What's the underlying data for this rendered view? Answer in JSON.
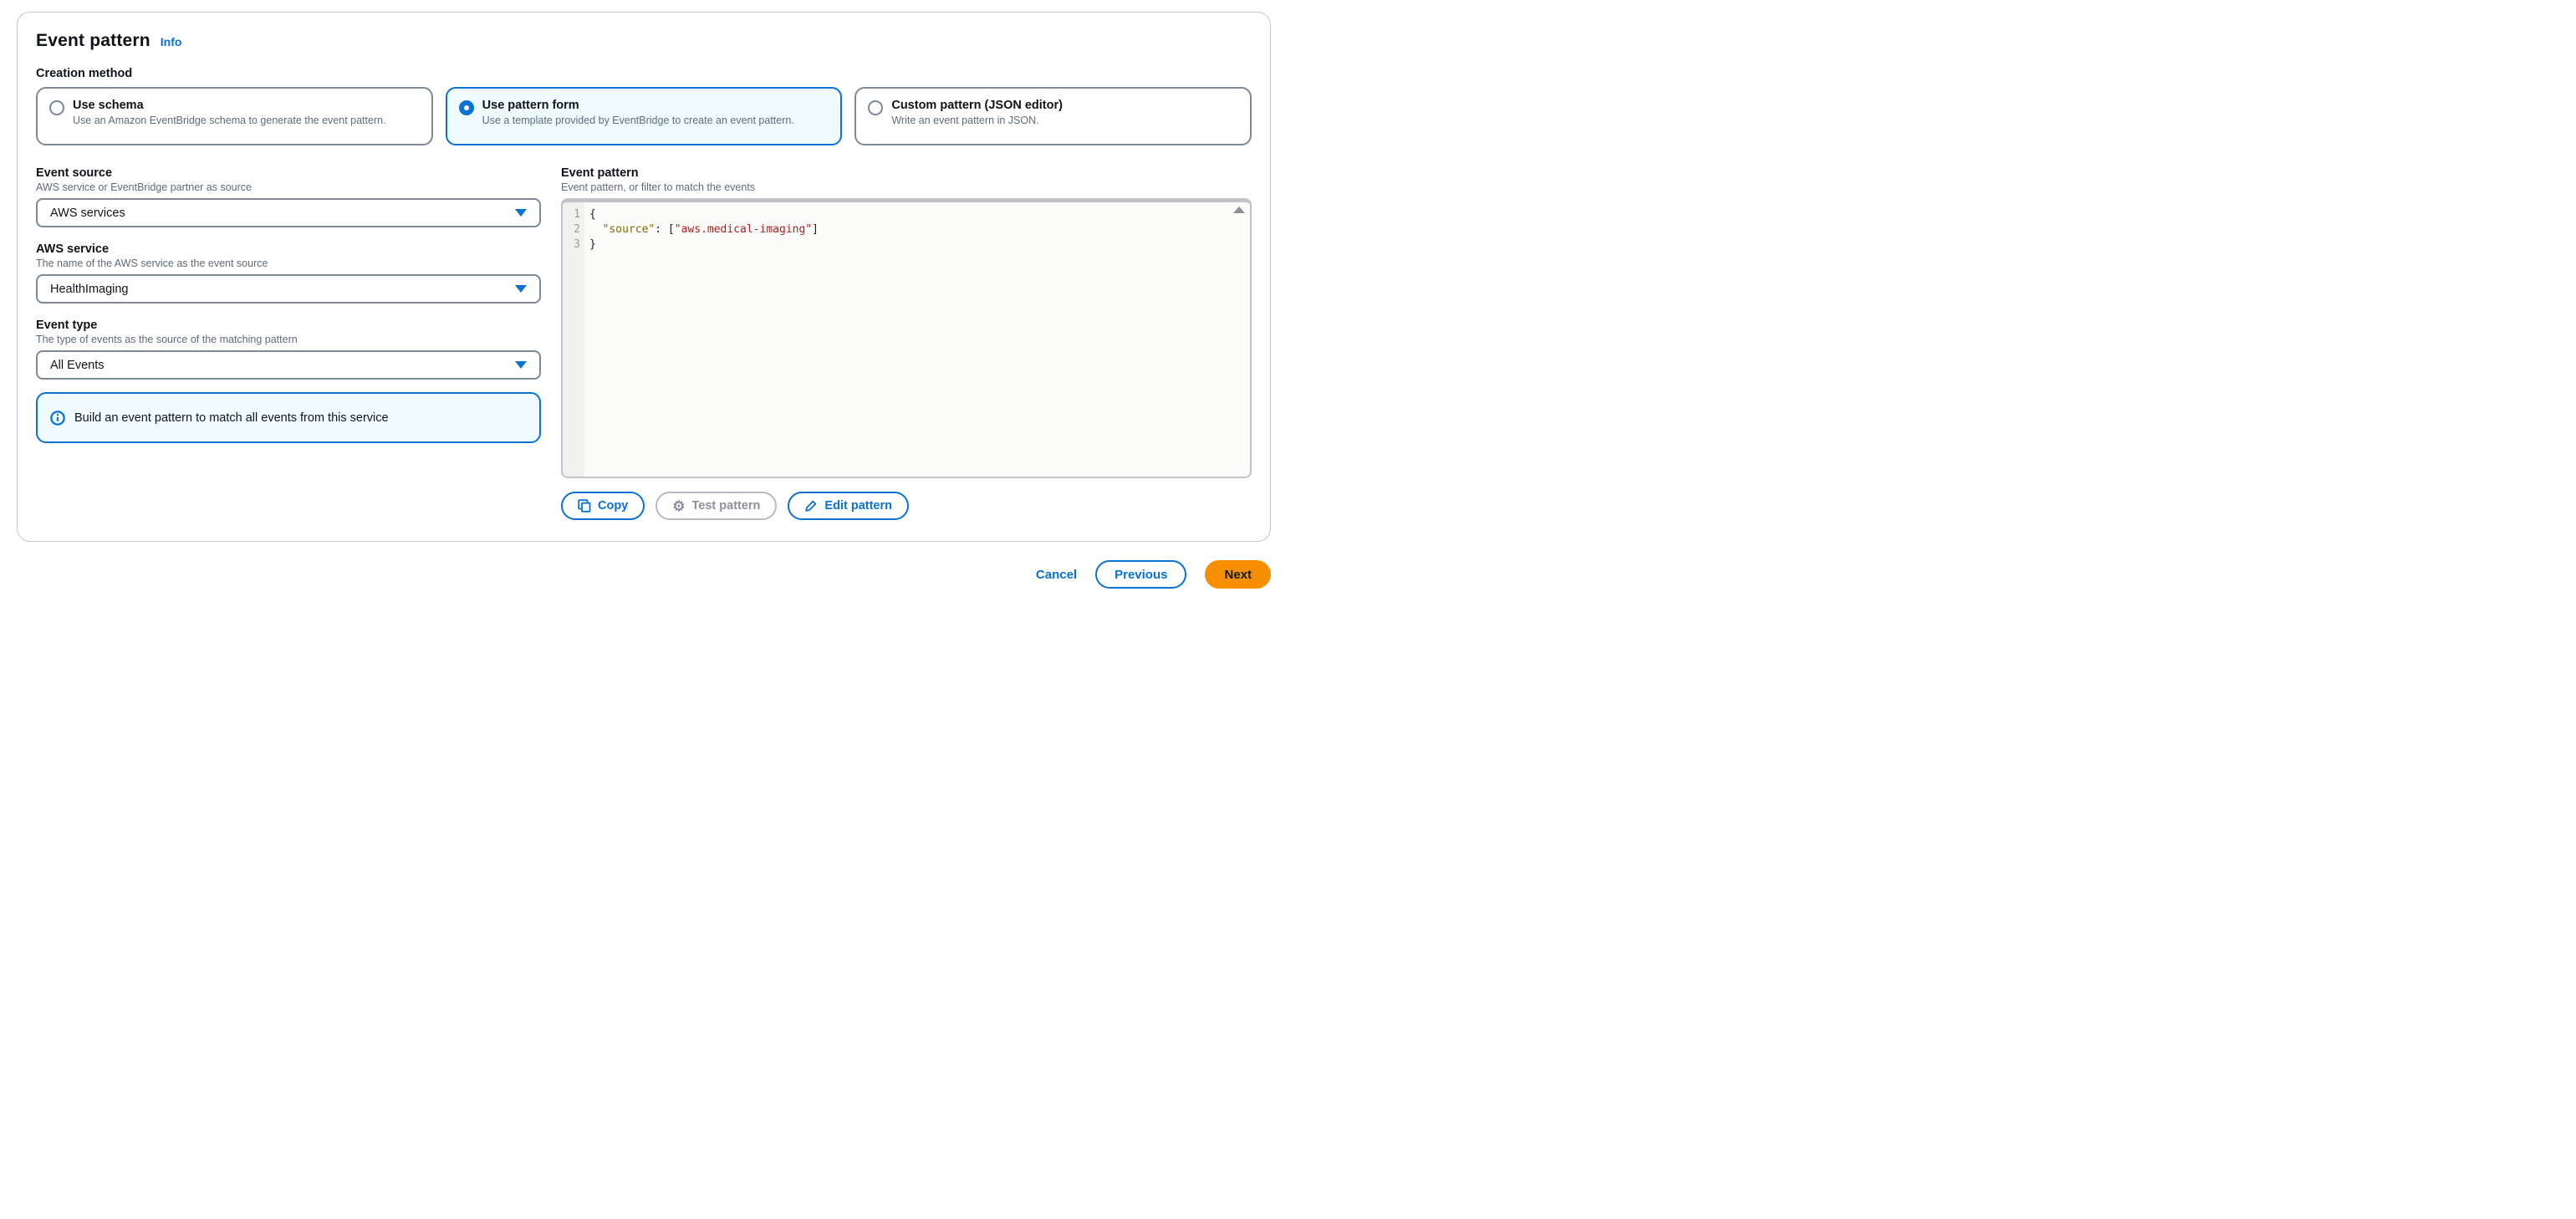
{
  "panel": {
    "title": "Event pattern",
    "info_label": "Info"
  },
  "creation_method": {
    "label": "Creation method",
    "options": [
      {
        "title": "Use schema",
        "description": "Use an Amazon EventBridge schema to generate the event pattern.",
        "selected": false
      },
      {
        "title": "Use pattern form",
        "description": "Use a template provided by EventBridge to create an event pattern.",
        "selected": true
      },
      {
        "title": "Custom pattern (JSON editor)",
        "description": "Write an event pattern in JSON.",
        "selected": false
      }
    ]
  },
  "form": {
    "event_source": {
      "label": "Event source",
      "description": "AWS service or EventBridge partner as source",
      "value": "AWS services"
    },
    "aws_service": {
      "label": "AWS service",
      "description": "The name of the AWS service as the event source",
      "value": "HealthImaging"
    },
    "event_type": {
      "label": "Event type",
      "description": "The type of events as the source of the matching pattern",
      "value": "All Events"
    }
  },
  "alert": {
    "text": "Build an event pattern to match all events from this service"
  },
  "pattern_editor": {
    "label": "Event pattern",
    "description": "Event pattern, or filter to match the events",
    "line_numbers": [
      "1",
      "2",
      "3"
    ],
    "code": {
      "line1": "{",
      "line2_indent": "  ",
      "line2_key": "\"source\"",
      "line2_sep": ": [",
      "line2_value": "\"aws.medical-imaging\"",
      "line2_close": "]",
      "line3": "}"
    },
    "buttons": {
      "copy": "Copy",
      "test": "Test pattern",
      "edit": "Edit pattern"
    }
  },
  "footer": {
    "cancel": "Cancel",
    "previous": "Previous",
    "next": "Next"
  },
  "colors": {
    "accent_blue": "#0972d3",
    "selected_tile_bg": "#f0fbff",
    "alert_bg": "#f0fbff",
    "tile_border_gray": "#7d8998",
    "card_border": "#c6c6cd",
    "secondary_text": "#5f6b7a",
    "code_key": "#7d6c00",
    "code_string": "#b01f1f",
    "next_button_orange": "#f78f00",
    "disabled_text": "#8b919c"
  }
}
